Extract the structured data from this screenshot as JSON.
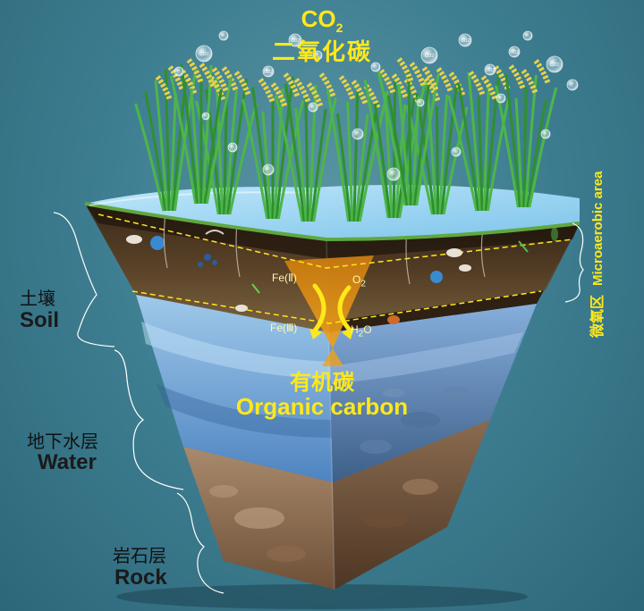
{
  "top": {
    "formula": "CO",
    "formula_sub": "2",
    "name_cn": "二氧化碳",
    "bubble_label": "CO2"
  },
  "layers": {
    "soil_cn": "土壤",
    "soil_en": "Soil",
    "water_cn": "地下水层",
    "water_en": "Water",
    "rock_cn": "岩石层",
    "rock_en": "Rock"
  },
  "micro_area": {
    "cn": "微氧区",
    "en": "Microaerobic area"
  },
  "reaction": {
    "fe2": "Fe(Ⅱ)",
    "o2": "O",
    "o2_sub": "2",
    "fe3": "Fe(Ⅲ)",
    "h2o": "H",
    "h2o_sub": "2",
    "h2o_tail": "O"
  },
  "organic_carbon": {
    "cn": "有机碳",
    "en": "Organic carbon"
  },
  "colors": {
    "label_yellow": "#ffe81a",
    "water_surface": "#8fd0f0",
    "rice_green": "#3fae3a"
  }
}
